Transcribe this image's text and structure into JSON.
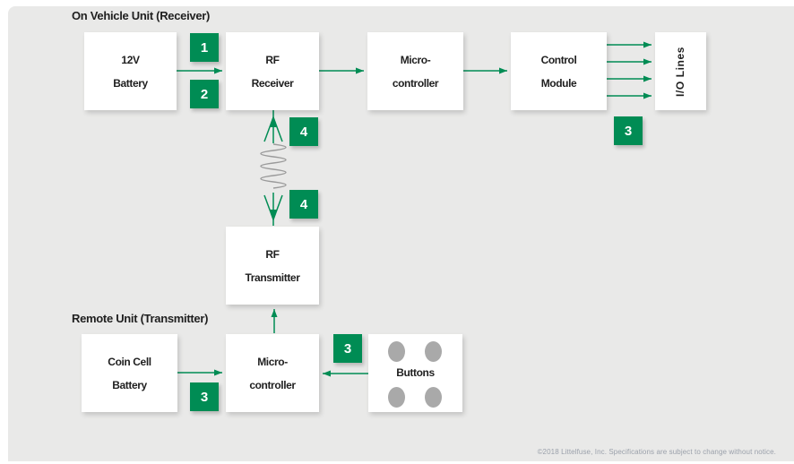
{
  "colors": {
    "accent_green": "#008C54",
    "background": "#e9e9e8",
    "box_white": "#ffffff",
    "coil_gray": "#9a9a9a",
    "button_dot_gray": "#a9a9a9",
    "footer_text": "#9ba1ab",
    "label_text": "#1f1f1f"
  },
  "sections": {
    "receiver": {
      "title": "On Vehicle Unit (Receiver)"
    },
    "transmitter": {
      "title": "Remote Unit (Transmitter)"
    }
  },
  "blocks": {
    "battery_12v": {
      "line1": "12V",
      "line2": "Battery"
    },
    "rf_receiver": {
      "line1": "RF",
      "line2": "Receiver"
    },
    "microcontroller_rx": {
      "line1": "Micro-",
      "line2": "controller"
    },
    "control_module": {
      "line1": "Control",
      "line2": "Module"
    },
    "io_lines": {
      "label": "I/O Lines"
    },
    "rf_transmitter": {
      "line1": "RF",
      "line2": "Transmitter"
    },
    "coin_cell_battery": {
      "line1": "Coin Cell",
      "line2": "Battery"
    },
    "microcontroller_tx": {
      "line1": "Micro-",
      "line2": "controller"
    },
    "buttons": {
      "label": "Buttons"
    }
  },
  "badges": {
    "one": "1",
    "two": "2",
    "three_io": "3",
    "four_rx": "4",
    "four_tx": "4",
    "three_coin": "3",
    "three_buttons": "3"
  },
  "footer": {
    "copyright": "©2018 Littelfuse, Inc. Specifications are subject to change without notice."
  }
}
